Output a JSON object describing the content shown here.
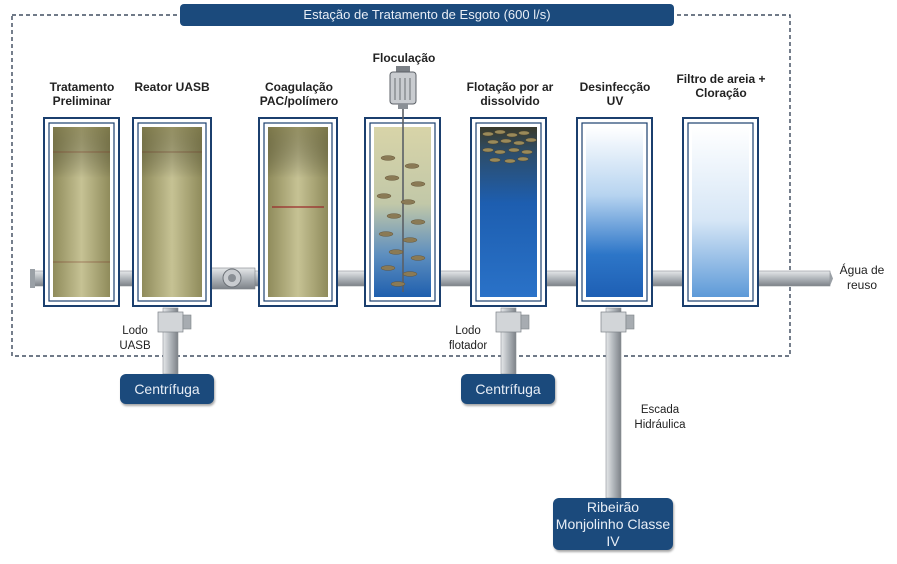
{
  "title": "Estação de Tratamento de Esgoto  (600 l/s)",
  "stages": [
    {
      "label": "Tratamento Preliminar"
    },
    {
      "label": "Reator UASB"
    },
    {
      "label": "Coagulação PAC/polímero"
    },
    {
      "label": "Floculação"
    },
    {
      "label": "Flotação por ar dissolvido"
    },
    {
      "label": "Desinfecção UV"
    },
    {
      "label": "Filtro de areia + Cloração"
    }
  ],
  "outlets": {
    "lodo_uasb": "Lodo UASB",
    "lodo_flotador": "Lodo flotador",
    "escada": "Escada Hidráulica",
    "agua_reuso": "Água de reuso"
  },
  "destinations": {
    "centrifuga_1": "Centrífuga",
    "centrifuga_2": "Centrífuga",
    "ribeirao": "Ribeirão Monjolinho Classe IV"
  },
  "colors": {
    "frame_blue": "#1b4a7c",
    "sludge": "#b9b585",
    "water_blue": "#1f63b8",
    "pipe": "#b8bcc0"
  }
}
